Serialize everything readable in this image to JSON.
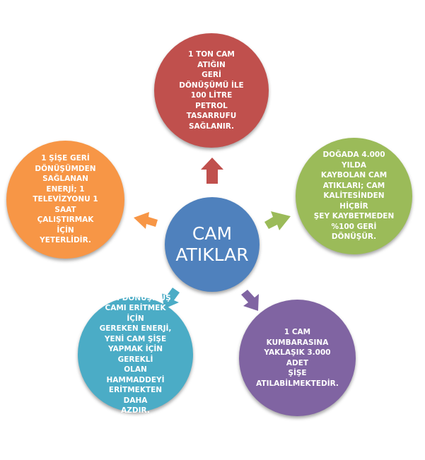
{
  "center": {
    "label": "CAM\nATIKLAR",
    "color": "#4f81bd"
  },
  "nodes": [
    {
      "id": "top",
      "text": "1 TON CAM ATIĞIN\nGERİ DÖNÜŞÜMÜ İLE\n100 LİTRE PETROL\nTASARRUFU\nSAĞLANIR.",
      "color": "#c0504d"
    },
    {
      "id": "right",
      "text": "DOĞADA 4.000 YILDA\nKAYBOLAN CAM\nATIKLARI; CAM\nKALİTESİNDEN HİÇBİR\nŞEY KAYBETMEDEN\n%100 GERİ DÖNÜŞÜR.",
      "color": "#9bbb59"
    },
    {
      "id": "bottom-right",
      "text": "1 CAM\nKUMBARASINA\nYAKLAŞIK 3.000 ADET\nŞİŞE\nATILABİLMEKTEDİR.",
      "color": "#8064a2"
    },
    {
      "id": "bottom-left",
      "text": "GERİ DÖNÜŞMÜŞ\nCAMI ERİTMEK  İÇİN\nGEREKEN  ENERJİ,\nYENİ CAM ŞİŞE\nYAPMAK İÇİN GEREKLİ\nOLAN HAMMADDEYİ\nERİTMEKTEN   DAHA\nAZDIR.",
      "color": "#4bacc6"
    },
    {
      "id": "left",
      "text": "1 ŞİŞE GERİ\nDÖNÜŞÜMDEN\nSAĞLANAN ENERJİ;  1\nTELEVİZYONU  1 SAAT\nÇALIŞTIRMAK İÇİN\nYETERLİDİR.",
      "color": "#f79646"
    }
  ]
}
